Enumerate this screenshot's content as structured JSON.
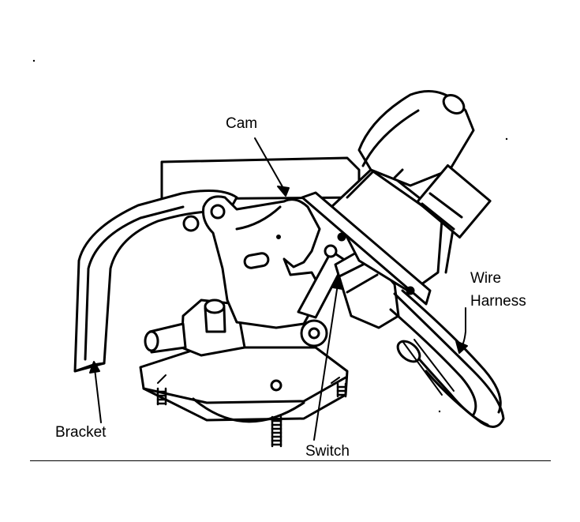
{
  "labels": {
    "cam": "Cam",
    "wire": "Wire",
    "harness": "Harness",
    "bracket": "Bracket",
    "switch": "Switch"
  },
  "colors": {
    "ink": "#000000",
    "paper": "#ffffff"
  }
}
